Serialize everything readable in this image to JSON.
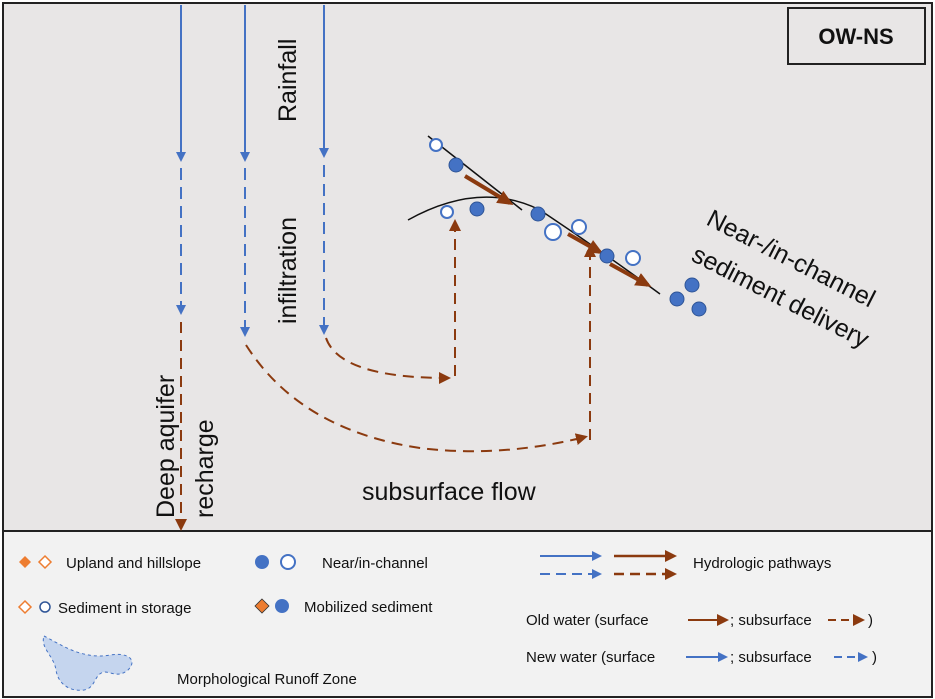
{
  "badge": "OW-NS",
  "labels": {
    "rainfall": "Rainfall",
    "infiltration": "infiltration",
    "deep_aquifer": "Deep aquifer",
    "recharge": "recharge",
    "subsurface_flow": "subsurface flow",
    "near_channel_line1": "Near-/in-channel",
    "near_channel_line2": "sediment delivery"
  },
  "legend": {
    "upland": "Upland and hillslope",
    "near_in_channel": "Near/in-channel",
    "hydrologic": "Hydrologic pathways",
    "storage": "Sediment in storage",
    "mobilized": "Mobilized sediment",
    "old_water_prefix": "Old water (surface",
    "old_water_mid": "; subsurface",
    "old_water_suffix": ")",
    "new_water_prefix": "New water (surface",
    "new_water_mid": "; subsurface",
    "new_water_suffix": ")",
    "runoff_zone": "Morphological Runoff Zone"
  },
  "colors": {
    "new_water": "#4472c4",
    "old_water": "#8b3a0f",
    "upland": "#ed7d31",
    "channel": "#4472c4",
    "panel_bg": "#e8e6e6",
    "legend_bg": "#f2f2f2",
    "runoff_zone": "#c5d5ee"
  }
}
